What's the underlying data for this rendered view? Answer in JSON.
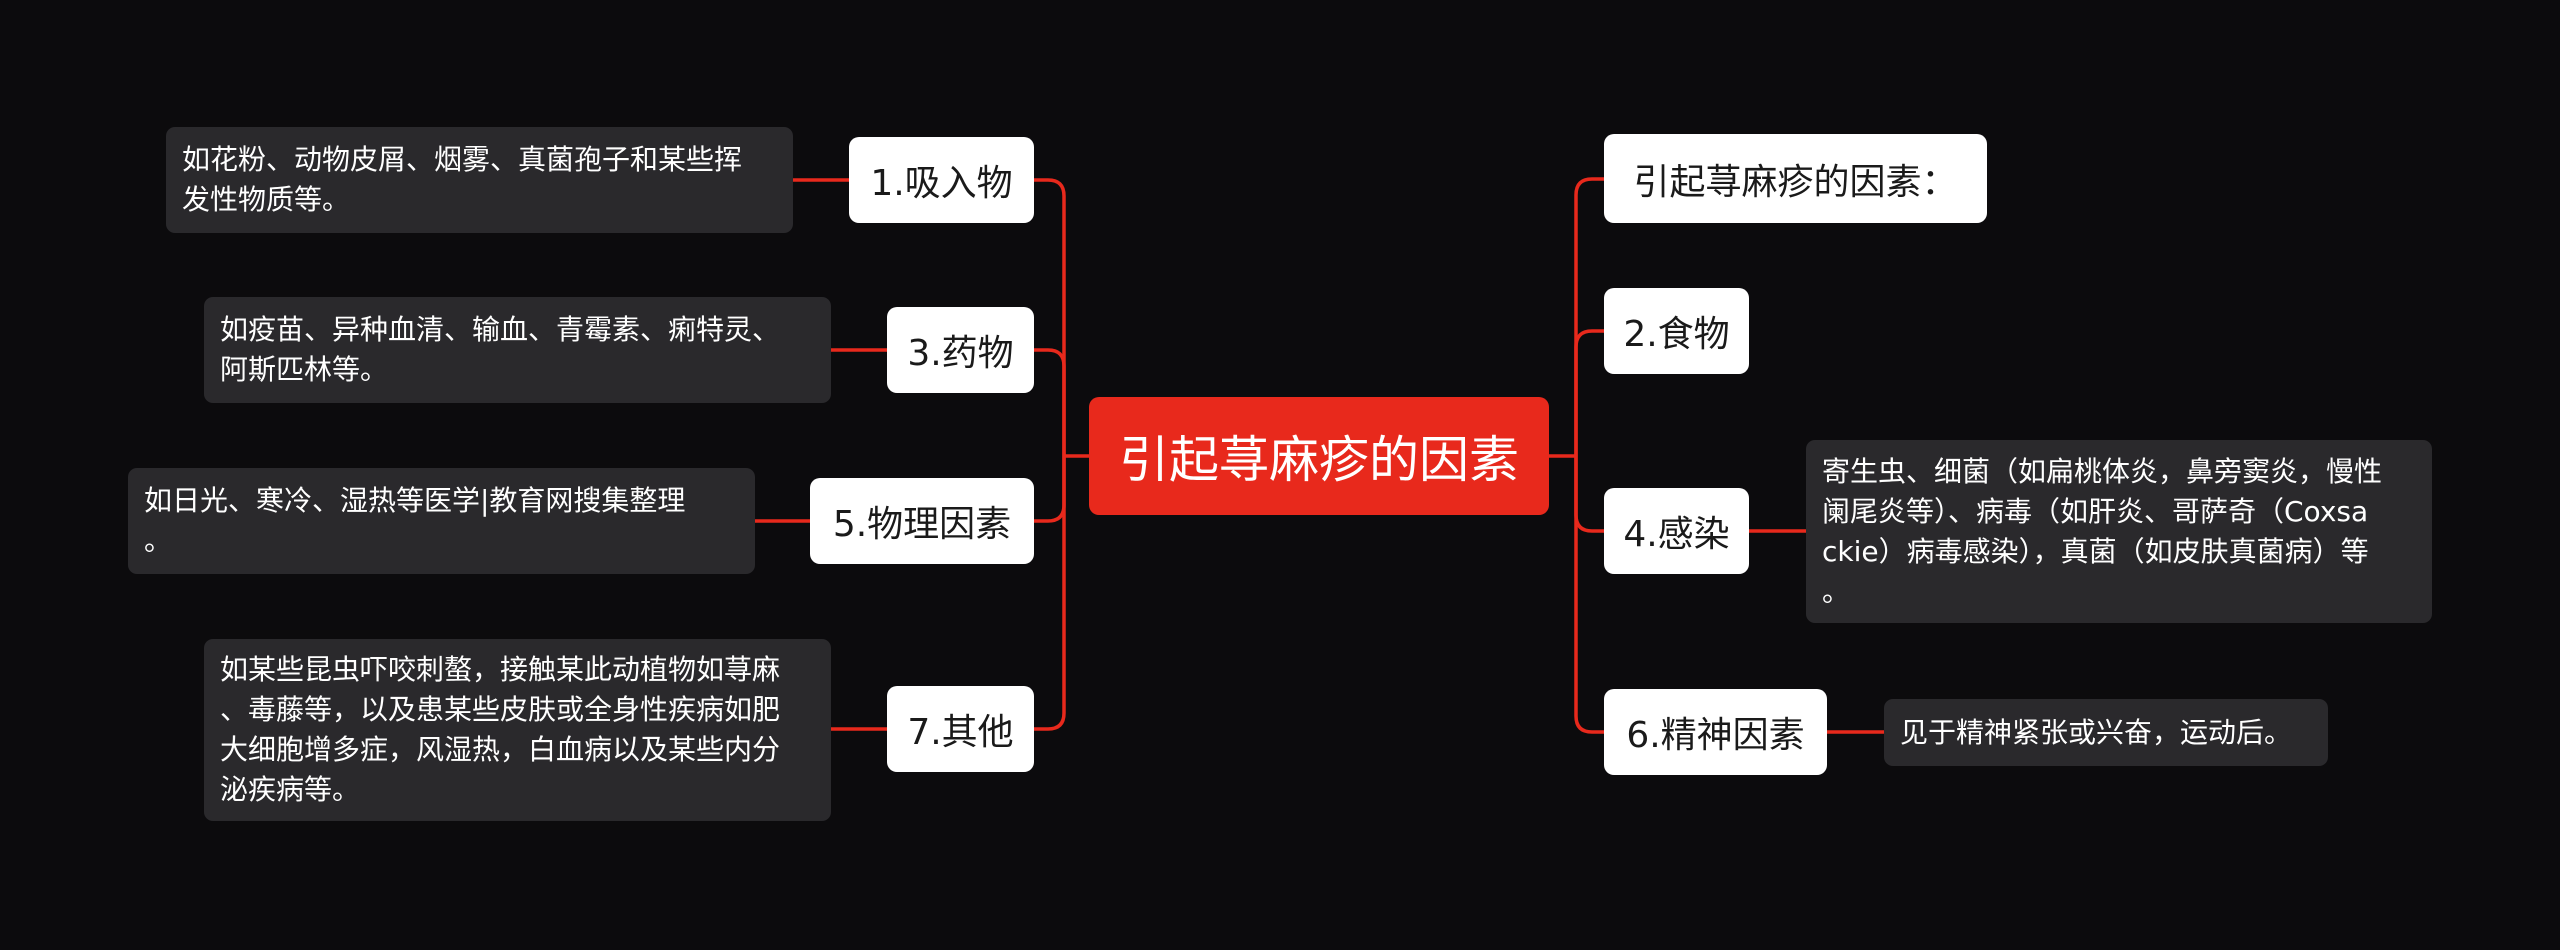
{
  "root": {
    "label": "引起荨麻疹的因素"
  },
  "left_branches": [
    {
      "label": "1.吸入物",
      "detail": [
        "如花粉、动物皮屑、烟雾、真菌孢子和某些挥",
        "发性物质等。"
      ]
    },
    {
      "label": "3.药物",
      "detail": [
        "如疫苗、异种血清、输血、青霉素、痢特灵、",
        "阿斯匹林等。"
      ]
    },
    {
      "label": "5.物理因素",
      "detail": [
        "如日光、寒冷、湿热等医学|教育网搜集整理",
        "。"
      ]
    },
    {
      "label": "7.其他",
      "detail": [
        "如某些昆虫吓咬刺螯，接触某此动植物如荨麻",
        "、毒藤等，以及患某些皮肤或全身性疾病如肥",
        "大细胞增多症，风湿热，白血病以及某些内分",
        "泌疾病等。"
      ]
    }
  ],
  "right_branches": [
    {
      "label": "引起荨麻疹的因素："
    },
    {
      "label": "2.食物"
    },
    {
      "label": "4.感染",
      "detail": [
        "寄生虫、细菌（如扁桃体炎，鼻旁窦炎，慢性",
        "阑尾炎等）、病毒（如肝炎、哥萨奇（Coxsa",
        "ckie）病毒感染），真菌（如皮肤真菌病）等",
        "。"
      ]
    },
    {
      "label": "6.精神因素",
      "detail": [
        "见于精神紧张或兴奋，运动后。"
      ]
    }
  ],
  "colors": {
    "background": "#0c0b0d",
    "root_fill": "#e8291c",
    "connector": "#e8291c",
    "branch_fill": "#ffffff",
    "leaf_fill": "#2a292c"
  }
}
